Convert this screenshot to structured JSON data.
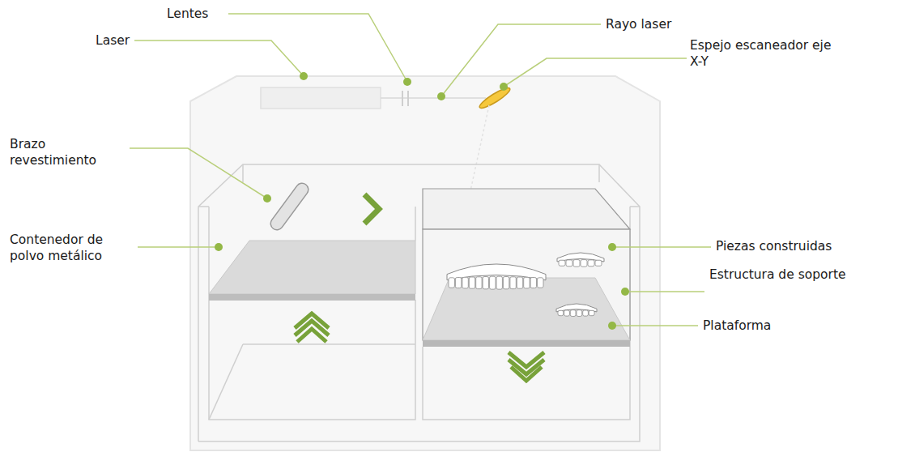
{
  "diagram": {
    "labels": [
      "Lentes",
      "Rayo laser",
      "Laser",
      "Espejo escaneador eje X-Y",
      "Brazo revestimiento",
      "Contenedor de polvo metálico",
      "Piezas construidas",
      "Estructura de soporte",
      "Plataforma"
    ]
  }
}
